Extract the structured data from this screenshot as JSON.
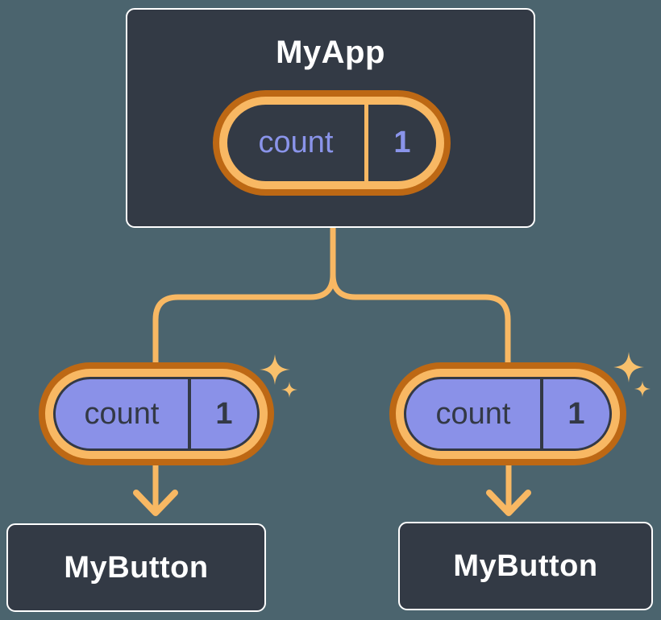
{
  "diagram": {
    "background_color": "#4b646e",
    "node_background_color": "#333a45",
    "node_border_color": "#ffffff",
    "ring_orange_dark": "#bd6814",
    "ring_orange_light": "#f8b863",
    "state_purple_fill": "#8a91e8",
    "state_text_purple": "#8a94ea",
    "sparkle_color": "#f8c06c",
    "root": {
      "label": "MyApp",
      "state": {
        "name": "count",
        "value": "1"
      }
    },
    "children": [
      {
        "label": "MyButton",
        "state": {
          "name": "count",
          "value": "1"
        }
      },
      {
        "label": "MyButton",
        "state": {
          "name": "count",
          "value": "1"
        }
      }
    ]
  }
}
